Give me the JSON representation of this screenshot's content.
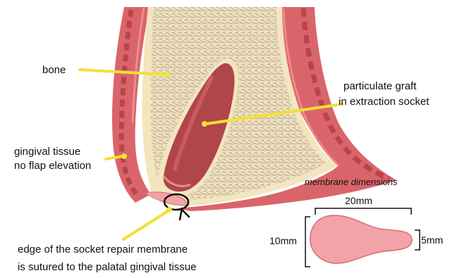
{
  "labels": {
    "bone": "bone",
    "graft_line1": "particulate graft",
    "graft_line2": "in extraction socket",
    "gingival_line1": "gingival tissue",
    "gingival_line2": "no flap elevation",
    "membrane_line1": "edge of the socket repair membrane",
    "membrane_line2": "is sutured to the palatal gingival tissue"
  },
  "membrane_dimensions": {
    "title": "membrane dimensions",
    "width": "20mm",
    "height_left": "10mm",
    "height_right": "5mm"
  },
  "colors": {
    "gingiva_dark": "#b8454a",
    "gingiva": "#d9656a",
    "gingiva_light": "#eb8c8e",
    "bone_border": "#f3e5be",
    "bone_fill": "#ece1c3",
    "bone_texture": "#c9b48c",
    "graft": "#b0454b",
    "graft_light": "#c85a60",
    "membrane_fill": "#f2a3a8",
    "membrane_stroke": "#d86d74",
    "leader": "#f2e135",
    "suture": "#111111"
  }
}
